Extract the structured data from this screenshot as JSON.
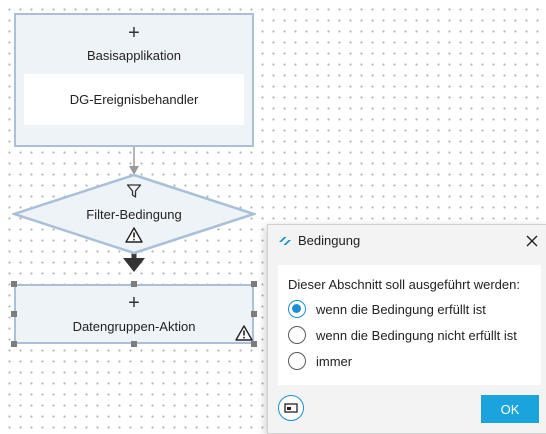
{
  "diagram": {
    "basis_node": {
      "add_glyph": "+",
      "title": "Basisapplikation",
      "inner_label": "DG-Ereignisbehandler"
    },
    "filter_node": {
      "title": "Filter-Bedingung",
      "icons": [
        "funnel-icon",
        "warning-icon"
      ]
    },
    "action_node": {
      "add_glyph": "+",
      "title": "Datengruppen-Aktion",
      "icons": [
        "warning-icon"
      ]
    }
  },
  "dialog": {
    "title": "Bedingung",
    "question": "Dieser Abschnitt soll ausgeführt werden:",
    "options": [
      {
        "label": "wenn die Bedingung erfüllt ist",
        "selected": true
      },
      {
        "label": "wenn die Bedingung nicht erfüllt ist",
        "selected": false
      },
      {
        "label": "immer",
        "selected": false
      }
    ],
    "ok_label": "OK",
    "icons": [
      "logo-icon",
      "close-icon",
      "settings-icon"
    ]
  },
  "colors": {
    "node_fill": "#eef3f8",
    "node_border": "#a9c0d8",
    "accent": "#1d8fd1",
    "ok_button": "#1aa3dc"
  }
}
